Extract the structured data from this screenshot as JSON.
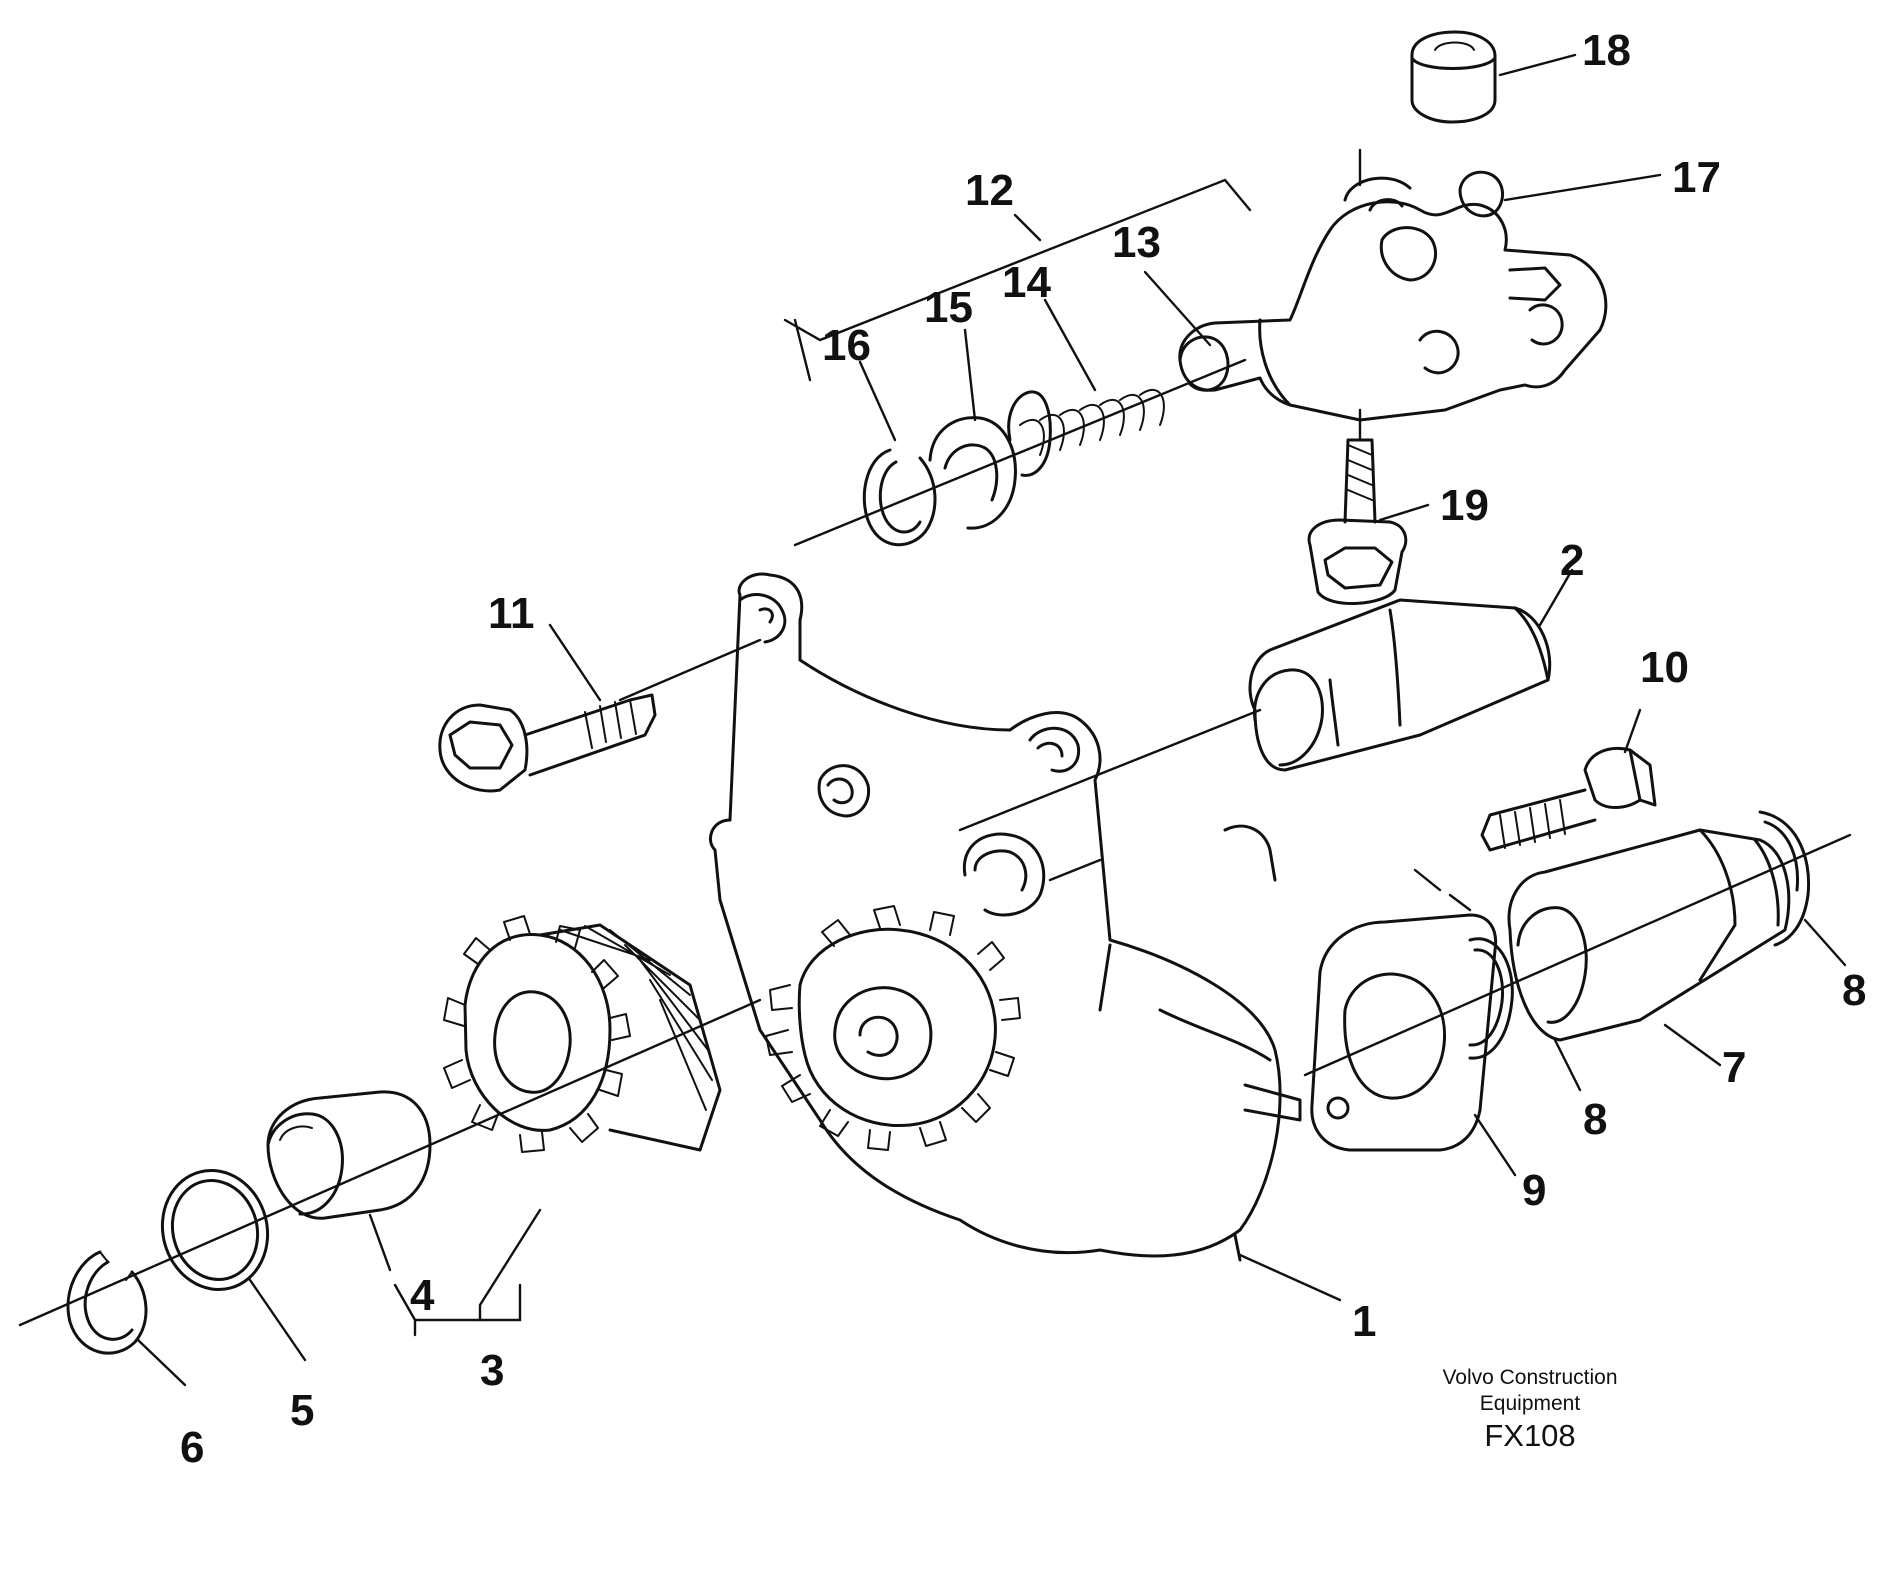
{
  "footer": {
    "company_line1": "Volvo Construction",
    "company_line2": "Equipment",
    "code": "FX108"
  },
  "callouts": [
    {
      "id": "1",
      "label": "1"
    },
    {
      "id": "2",
      "label": "2"
    },
    {
      "id": "3",
      "label": "3"
    },
    {
      "id": "4",
      "label": "4"
    },
    {
      "id": "5",
      "label": "5"
    },
    {
      "id": "6",
      "label": "6"
    },
    {
      "id": "7",
      "label": "7"
    },
    {
      "id": "8a",
      "label": "8"
    },
    {
      "id": "8b",
      "label": "8"
    },
    {
      "id": "9",
      "label": "9"
    },
    {
      "id": "10",
      "label": "10"
    },
    {
      "id": "11",
      "label": "11"
    },
    {
      "id": "12",
      "label": "12"
    },
    {
      "id": "13",
      "label": "13"
    },
    {
      "id": "14",
      "label": "14"
    },
    {
      "id": "15",
      "label": "15"
    },
    {
      "id": "16",
      "label": "16"
    },
    {
      "id": "17",
      "label": "17"
    },
    {
      "id": "18",
      "label": "18"
    },
    {
      "id": "19",
      "label": "19"
    }
  ]
}
